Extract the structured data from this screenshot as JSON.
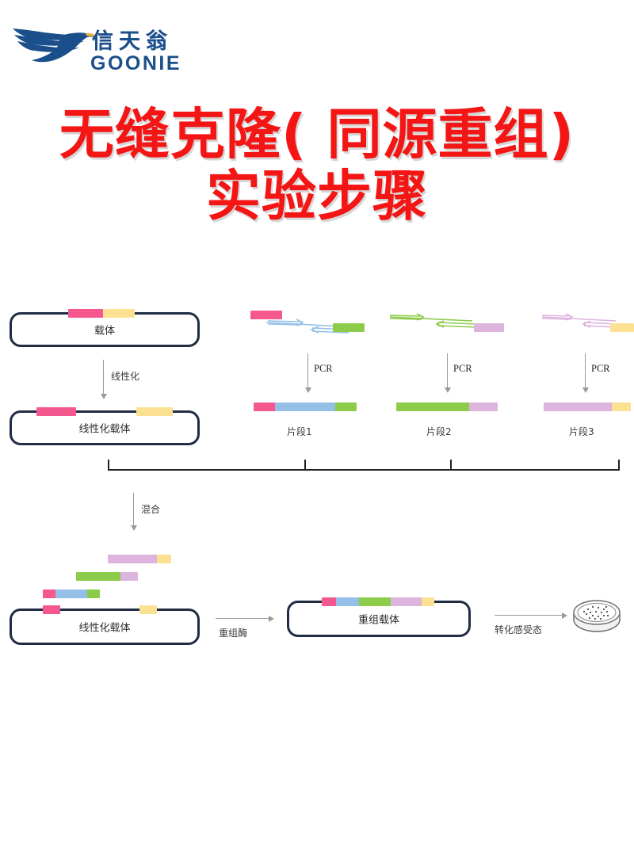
{
  "brand": {
    "chinese_name": "信天翁",
    "english_name": "GOONIE",
    "logo_icon": "albatross-bird-icon",
    "color": "#1B4F8C"
  },
  "title": {
    "line1": "无缝克隆( 同源重组)",
    "line2": "实验步骤",
    "color": "#F41515"
  },
  "diagram": {
    "vector_step": {
      "vector_label": "载体",
      "arrow_label": "线性化",
      "linearized_label": "线性化载体"
    },
    "fragments": [
      {
        "name": "片段1",
        "arrow_label": "PCR",
        "segments": [
          "pink",
          "blue",
          "green"
        ]
      },
      {
        "name": "片段2",
        "arrow_label": "PCR",
        "segments": [
          "green",
          "lilac"
        ]
      },
      {
        "name": "片段3",
        "arrow_label": "PCR",
        "segments": [
          "lilac",
          "yellow"
        ]
      }
    ],
    "mix_arrow_label": "混合",
    "assembly": {
      "linearized_vector_label": "线性化载体",
      "recombinase_arrow_label": "重组酶",
      "recombinant_vector_label": "重组载体",
      "transform_arrow_label": "转化感受态",
      "plate_icon": "petri-dish-colonies-icon"
    }
  },
  "colors": {
    "pink": "#F4588F",
    "yellow": "#FBE191",
    "blue": "#94C0E8",
    "green": "#8DCB4A",
    "lilac": "#DCB4DE",
    "outline": "#1F2C44"
  }
}
